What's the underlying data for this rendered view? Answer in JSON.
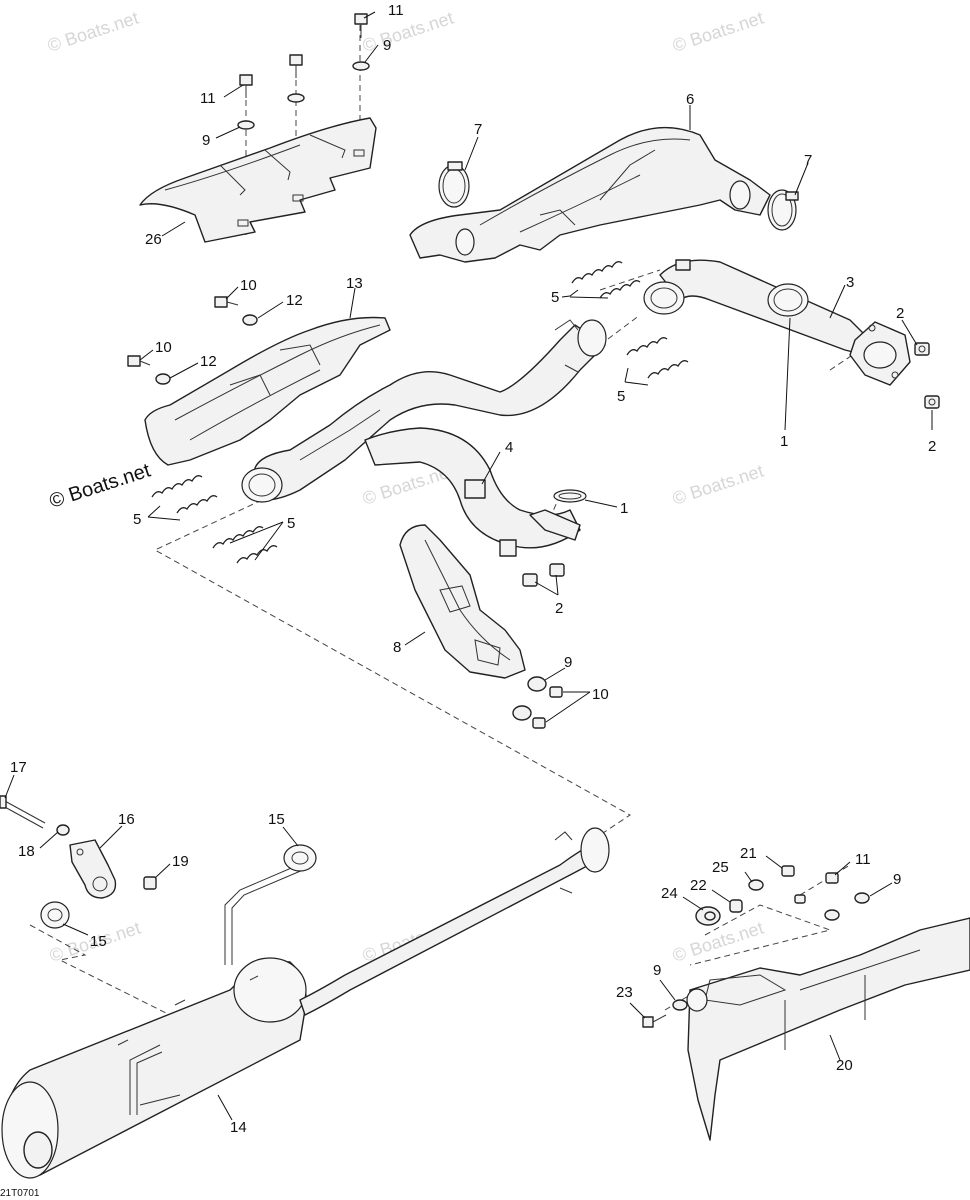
{
  "watermark": "© Boats.net",
  "watermark_bold": "© Boats.net",
  "diagram_code": "21T0701",
  "callouts": {
    "c1a": "1",
    "c1b": "1",
    "c2a": "2",
    "c2b": "2",
    "c2c": "2",
    "c3": "3",
    "c4": "4",
    "c5a": "5",
    "c5b": "5",
    "c5c": "5",
    "c5d": "5",
    "c6": "6",
    "c7a": "7",
    "c7b": "7",
    "c8": "8",
    "c9a": "9",
    "c9b": "9",
    "c9c": "9",
    "c9d": "9",
    "c9e": "9",
    "c10a": "10",
    "c10b": "10",
    "c10c": "10",
    "c11a": "11",
    "c11b": "11",
    "c11c": "11",
    "c12a": "12",
    "c12b": "12",
    "c13": "13",
    "c14": "14",
    "c15a": "15",
    "c15b": "15",
    "c16": "16",
    "c17": "17",
    "c18": "18",
    "c19": "19",
    "c20": "20",
    "c21": "21",
    "c22": "22",
    "c23": "23",
    "c24": "24",
    "c25": "25",
    "c26": "26"
  }
}
